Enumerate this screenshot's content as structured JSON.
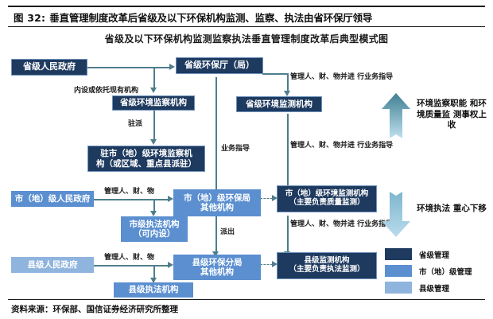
{
  "header": {
    "figure_label": "图 32:",
    "figure_title": "垂直管理制度改革后省级及以下环保机构监测、监察、执法由省环保厅领导"
  },
  "chart_title": "省级及以下环保机构监测监察执法垂直管理制度改革后典型模式图",
  "source": {
    "text": "资料来源：环保部、国信证券经济研究所整理"
  },
  "nodes": {
    "prov_gov": "省级人民政府",
    "prov_epb": "省级环保厅（局）",
    "prov_supervision": "省级环境监察机构",
    "prov_monitoring": "省级环境监测机构",
    "stationed_city_supervision_l1": "驻市（地）级环境监察机",
    "stationed_city_supervision_l2": "构（或区域、重点县派驻）",
    "city_gov": "市（地）级人民政府",
    "city_epb_l1": "市（地）级环保局",
    "city_epb_l2": "其他机构",
    "city_enforcement_l1": "市级执法机构",
    "city_enforcement_l2": "（可内设）",
    "city_monitoring_l1": "市（地）级环境监测机构",
    "city_monitoring_l2": "（主要负责质量监测）",
    "county_gov": "县级人民政府",
    "county_epb_l1": "县级环保分局",
    "county_epb_l2": "其他机构",
    "county_enforcement": "县级执法机构",
    "county_monitoring_l1": "县级监测机构",
    "county_monitoring_l2": "（主要负责执法监测）"
  },
  "edge_labels": {
    "internal_or_existing": "内设或依托现有机构",
    "stationed": "驻派",
    "manage_and_guide_l1": "管理人、财、物并进",
    "manage_and_guide_l2": "行业务指导",
    "business_guidance": "业务指导",
    "manage_people_money_goods": "管理人、财、物",
    "dispatch": "派出",
    "manage_and_guide2_l1": "管理人、财、物并进",
    "manage_and_guide2_l2": "行业务指导",
    "manage_and_guide3_l1": "管理人、财、物并进",
    "manage_and_guide3_l2": "行业务指导",
    "manage_people_money_goods2": "管理人、财、物"
  },
  "side_notes": {
    "up_note_l1": "环境监察职能",
    "up_note_l2": "和环境质量监",
    "up_note_l3": "测事权上收",
    "down_note_l1": "环境执法",
    "down_note_l2": "重心下移"
  },
  "legend": {
    "items": [
      {
        "label": "省级管理",
        "color": "#1e3a5f"
      },
      {
        "label": "市（地）级管理",
        "color": "#5b8fd0"
      },
      {
        "label": "县级管理",
        "color": "#8fb4de"
      }
    ]
  },
  "colors": {
    "provincial": "#1e3a5f",
    "city": "#5b8fd0",
    "county": "#8fb4de",
    "connector": "#4f7d8c",
    "arrow_gradient_top": "#3f7f92",
    "arrow_gradient_bottom": "#b9dced"
  }
}
